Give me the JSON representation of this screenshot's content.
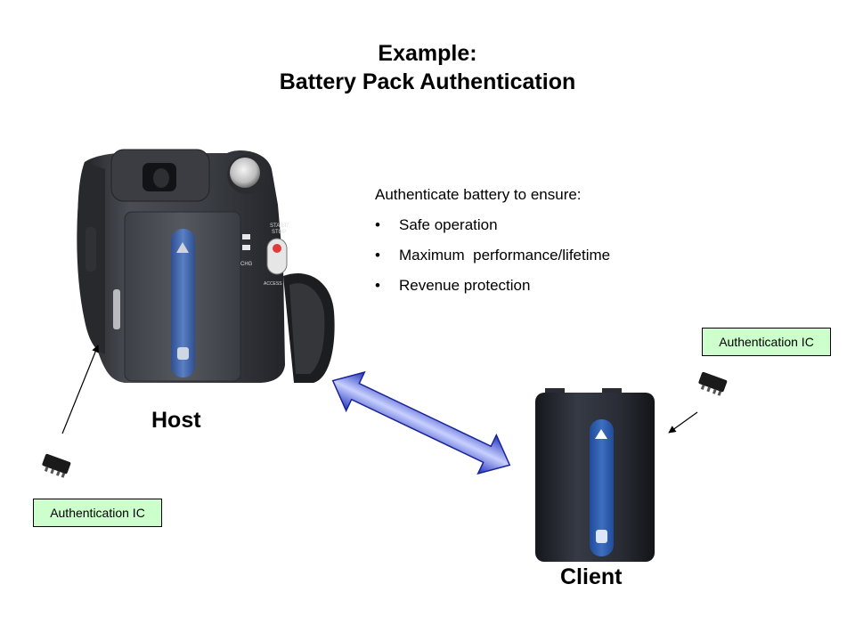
{
  "title": {
    "line1": "Example:",
    "line2": "Battery Pack Authentication"
  },
  "bullets": {
    "intro": "Authenticate battery to ensure:",
    "bullet_glyph": "•",
    "items": [
      "Safe operation",
      "Maximum  performance/lifetime",
      "Revenue protection"
    ]
  },
  "host": {
    "label": "Host",
    "button_labels": {
      "start_stop_1": "START/",
      "start_stop_2": "STOP",
      "chg": "CHG",
      "access": "ACCESS"
    }
  },
  "client": {
    "label": "Client"
  },
  "ic_left": {
    "label": "Authentication IC"
  },
  "ic_right": {
    "label": "Authentication IC"
  },
  "colors": {
    "ic_box_fill": "#ccffcc",
    "arrow_blue": "#3344cc",
    "battery_stripe": "#3a5fa8",
    "device_body": "#3c3f45"
  }
}
